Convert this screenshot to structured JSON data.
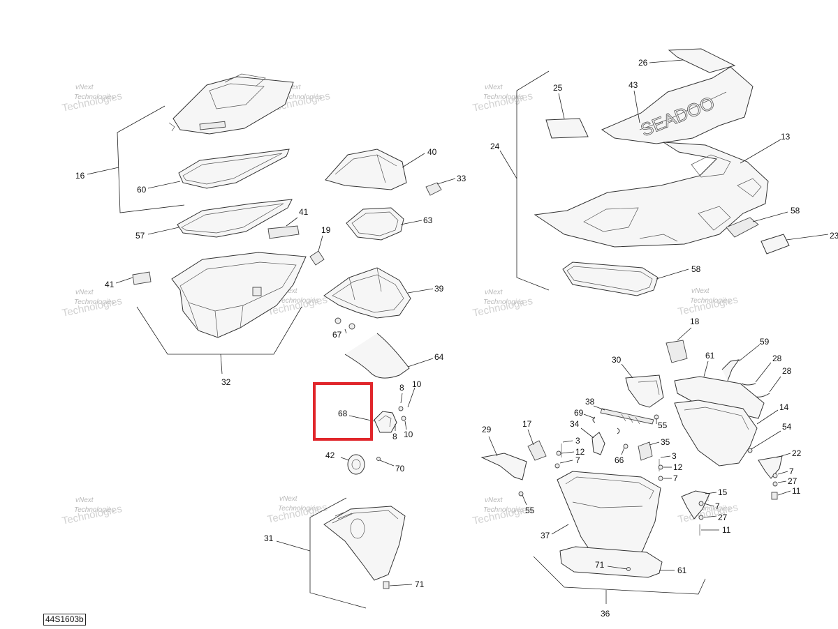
{
  "figure_label": "44S1603b",
  "watermark": {
    "line1": "vNext",
    "line2": "Technologies"
  },
  "callouts": {
    "c16": "16",
    "c60": "60",
    "c57": "57",
    "c41a": "41",
    "c41b": "41",
    "c19": "19",
    "c40": "40",
    "c33": "33",
    "c63": "63",
    "c39": "39",
    "c67": "67",
    "c32": "32",
    "c64": "64",
    "c8a": "8",
    "c10a": "10",
    "c68": "68",
    "c8b": "8",
    "c10b": "10",
    "c42": "42",
    "c70": "70",
    "c31": "31",
    "c71a": "71",
    "c26": "26",
    "c25": "25",
    "c43": "43",
    "c24": "24",
    "c13": "13",
    "c58a": "58",
    "c23": "23",
    "c58b": "58",
    "c18": "18",
    "c59": "59",
    "c61a": "61",
    "c28a": "28",
    "c28b": "28",
    "c30": "30",
    "c14": "14",
    "c38": "38",
    "c69": "69",
    "c55a": "55",
    "c54": "54",
    "c29": "29",
    "c17": "17",
    "c34": "34",
    "c3a": "3",
    "c12a": "12",
    "c7a": "7",
    "c66": "66",
    "c35": "35",
    "c3b": "3",
    "c12b": "12",
    "c7b": "7",
    "c22": "22",
    "c7c": "7",
    "c27a": "27",
    "c11a": "11",
    "c55b": "55",
    "c15": "15",
    "c7d": "7",
    "c27b": "27",
    "c11b": "11",
    "c37": "37",
    "c71b": "71",
    "c61b": "61",
    "c36": "36"
  },
  "highlight": {
    "label": "68",
    "color": "#e0262b"
  }
}
